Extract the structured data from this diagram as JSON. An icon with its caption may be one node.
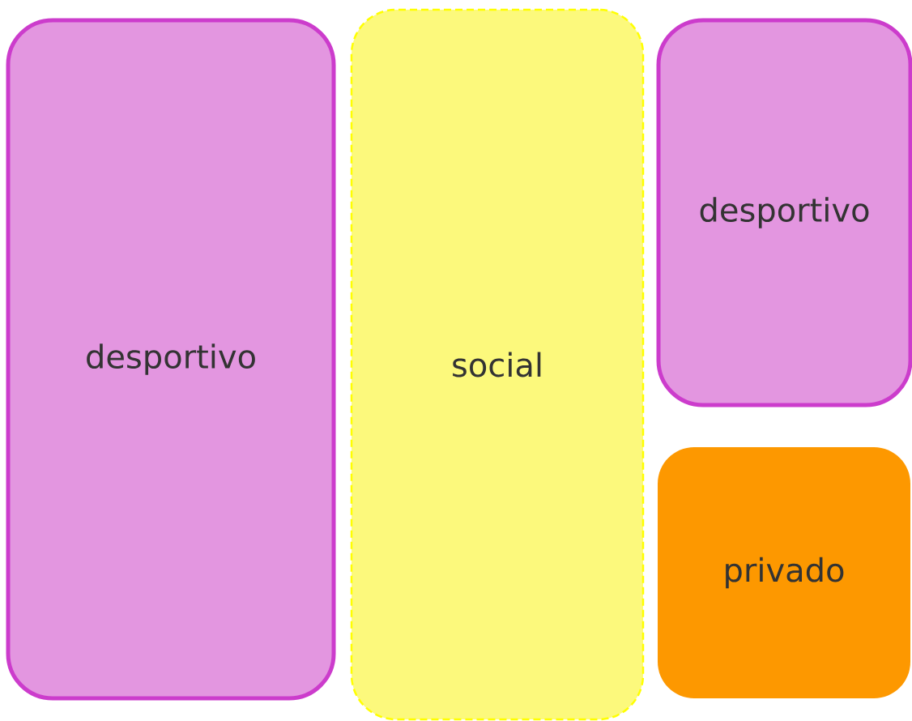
{
  "diagram": {
    "nodes": [
      {
        "text": [
          "desportivo"
        ]
      },
      {
        "text": [
          "social"
        ]
      },
      {
        "text": [
          "desportivo"
        ]
      },
      {
        "text": [
          "privado"
        ]
      }
    ]
  }
}
